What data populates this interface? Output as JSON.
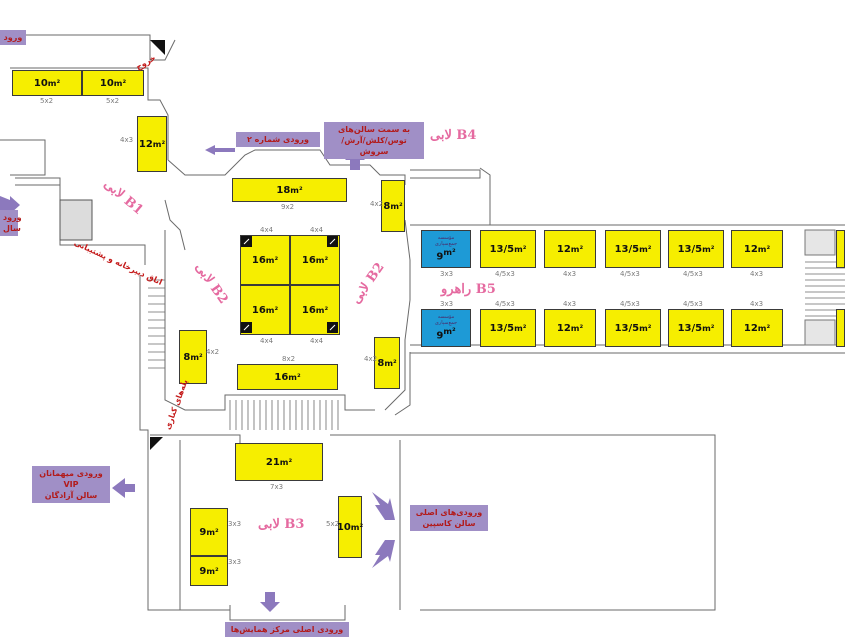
{
  "booths": {
    "b5x2a": {
      "area": "10",
      "dims": "5x2"
    },
    "b5x2b": {
      "area": "10",
      "dims": "5x2"
    },
    "b4x3": {
      "area": "12",
      "dims": "4x3"
    },
    "b9x2": {
      "area": "18",
      "dims": "9x2"
    },
    "b16a": {
      "area": "16",
      "dims": "4x4"
    },
    "b16b": {
      "area": "16",
      "dims": "4x4"
    },
    "b16c": {
      "area": "16",
      "dims": "4x4"
    },
    "b16d": {
      "area": "16",
      "dims": "4x4"
    },
    "b8l": {
      "area": "8",
      "dims": "4x2"
    },
    "b8r1": {
      "area": "8",
      "dims": "4x2"
    },
    "b8r2": {
      "area": "8",
      "dims": "4x2"
    },
    "b16e": {
      "area": "16",
      "dims": "8x2"
    },
    "b21": {
      "area": "21",
      "dims": "7x3"
    },
    "b9a": {
      "area": "9",
      "dims": "3x3"
    },
    "b9b": {
      "area": "9",
      "dims": "3x3"
    },
    "b10": {
      "area": "10",
      "dims": "5x2"
    },
    "blue1": {
      "area": "9",
      "dims": "3x3",
      "label1": "مؤسسه",
      "label2": "جمع‌سپاری"
    },
    "blue2": {
      "area": "9",
      "dims": "3x3",
      "label1": "مؤسسه",
      "label2": "جمع‌سپاری"
    },
    "c1": {
      "area": "13/5",
      "dims": "4/5x3"
    },
    "c2": {
      "area": "12",
      "dims": "4x3"
    },
    "c3": {
      "area": "13/5",
      "dims": "4/5x3"
    },
    "c4": {
      "area": "13/5",
      "dims": "4/5x3"
    },
    "c5": {
      "area": "12",
      "dims": "4x3"
    },
    "d1": {
      "area": "13/5",
      "dims": "4/5x3"
    },
    "d2": {
      "area": "12",
      "dims": "4x3"
    },
    "d3": {
      "area": "13/5",
      "dims": "4/5x3"
    },
    "d4": {
      "area": "13/5",
      "dims": "4/5x3"
    },
    "d5": {
      "area": "12",
      "dims": "4x3"
    }
  },
  "unit": "m²",
  "lobbies": {
    "b1": "لابی B1",
    "b2_left": "لابی B2",
    "b2_right": "لابی B2",
    "b3": "لابی B3",
    "b4": "لابی B4",
    "b5": "راهرو B5"
  },
  "tags": {
    "entrance2": "ورودی شماره ۲",
    "to_halls": "به سمت سالن‌های\nتوس/کلش/آرش/سروش",
    "vip": "ورودی میهمانان VIP\nسالن آزادگان",
    "main_caspian": "ورودی‌های اصلی\nسالن کاسپین",
    "main_center": "ورودی اصلی مرکز همایش‌ها",
    "left_top": "ورود",
    "left_mid": "ورود\nسال"
  },
  "labels": {
    "secretariat": "اتاق دبیرخانه و پشتیبانی",
    "stairs": "پله‌های کناری",
    "exit": "خروج"
  },
  "colors": {
    "booth": "#f6ee00",
    "booth_blue": "#1e9ad6",
    "tag_bg": "#a08fc6",
    "tag_text": "#b21b1b",
    "lobby_text": "#e56aa0"
  }
}
